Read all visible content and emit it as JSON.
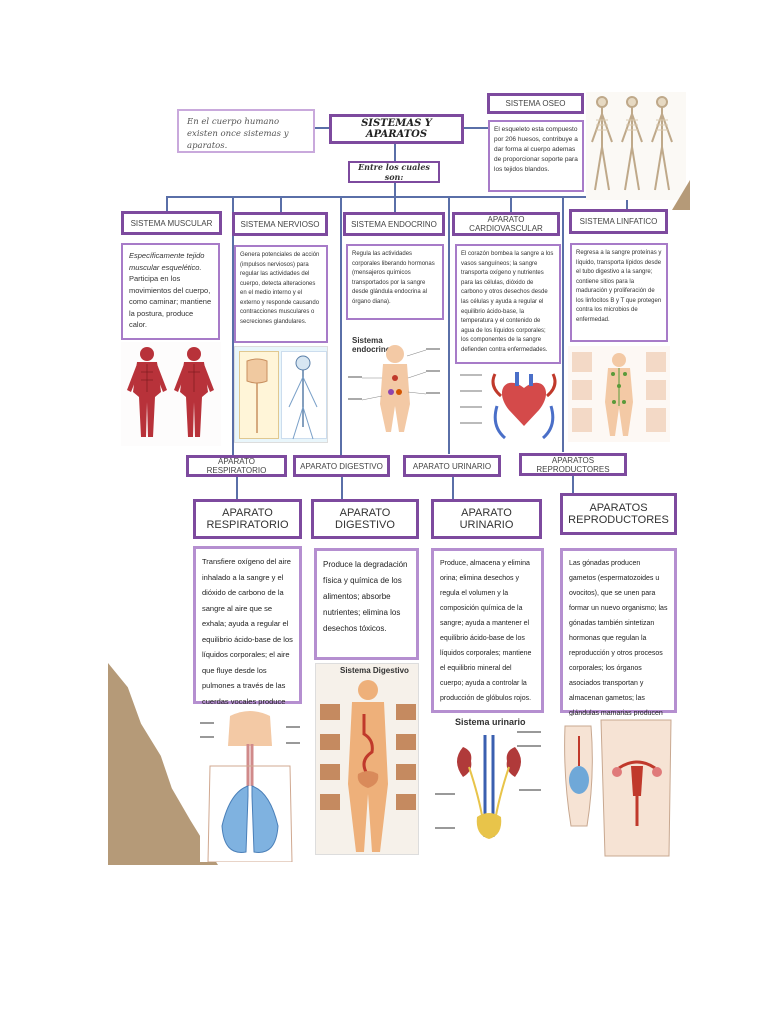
{
  "intro": "En el cuerpo humano existen once sistemas y aparatos.",
  "main_title": "SISTEMAS Y APARATOS",
  "subtitle": "Entre los cuales son:",
  "oseo": {
    "title": "SISTEMA OSEO",
    "text": "El esqueleto esta compuesto por 206 huesos, contribuye a dar forma al cuerpo ademas de proporcionar soporte para los tejidos blandos."
  },
  "top_row": [
    {
      "title": "SISTEMA MUSCULAR",
      "text_italic": "Específicamente tejido muscular esquelético.",
      "text": "Participa en los movimientos del cuerpo, como caminar; mantiene la postura, produce calor."
    },
    {
      "title": "SISTEMA NERVIOSO",
      "text": "Genera potenciales de acción (impulsos nerviosos) para regular las actividades del cuerpo, detecta alteraciones en el medio interno y el externo y responde causando contracciones musculares o secreciones glandulares."
    },
    {
      "title": "SISTEMA ENDOCRINO",
      "text": "Regula las actividades corporales liberando hormonas (mensajeros químicos transportados por la sangre desde glándula endocrina al órgano diana)."
    },
    {
      "title": "APARATO  CARDIOVASCULAR",
      "text": "El corazón bombea la sangre a los vasos sanguíneos; la sangre transporta oxígeno y nutrientes para las células, dióxido de carbono y otros desechos desde las células y ayuda a regular el equilibrio ácido-base, la temperatura y el contenido de agua de los líquidos corporales; los componentes de la sangre defienden contra enfermedades."
    },
    {
      "title": "SISTEMA LINFATICO",
      "text": "Regresa a la sangre proteínas y líquido, transporta lípidos desde el tubo digestivo a la sangre; contiene sitios para la maduración y proliferación de los linfocitos B y T que protegen contra los microbios de enfermedad."
    }
  ],
  "image_captions": {
    "endocrino": "Sistema endocrino",
    "digestivo": "Sistema Digestivo",
    "urinario": "Sistema urinario"
  },
  "small_headers": [
    "APARATO RESPIRATORIO",
    "APARATO DIGESTIVO",
    "APARATO URINARIO",
    "APARATOS REPRODUCTORES"
  ],
  "bottom_row": [
    {
      "title": "APARATO RESPIRATORIO",
      "text": "Transfiere oxígeno del aire inhalado a la sangre y el dióxido de carbono de la sangre al aire que se exhala; ayuda a regular el equilibrio ácido-base de los líquidos corporales; el aire que fluye desde los pulmones a través de las cuerdas vocales produce sonido."
    },
    {
      "title": "APARATO DIGESTIVO",
      "text": "Produce la degradación física y química de los alimentos; absorbe nutrientes; elimina los desechos tóxicos."
    },
    {
      "title": "APARATO URINARIO",
      "text": "Produce, almacena y elimina orina; elimina desechos y regula el volumen y la composición química de la sangre; ayuda a mantener el equilibrio ácido-base de los líquidos corporales; mantiene el equilibrio mineral del cuerpo; ayuda a controlar la producción de glóbulos rojos."
    },
    {
      "title": "APARATOS REPRODUCTORES",
      "text": "Las gónadas producen gametos (espermatozoides u ovocitos), que se unen para formar un nuevo organismo; las gónadas también sintetizan hormonas que regulan la reproducción y otros procesos corporales; los órganos asociados transportan y almacenan gametos; las glándulas mamarias producen leche."
    }
  ],
  "colors": {
    "border": "#7d4a9e",
    "border_light": "#a77bc8",
    "connector": "#5a6fa8",
    "muscle": "#b8323a",
    "bone": "#e6d9c2",
    "rock": "#b59a78"
  }
}
